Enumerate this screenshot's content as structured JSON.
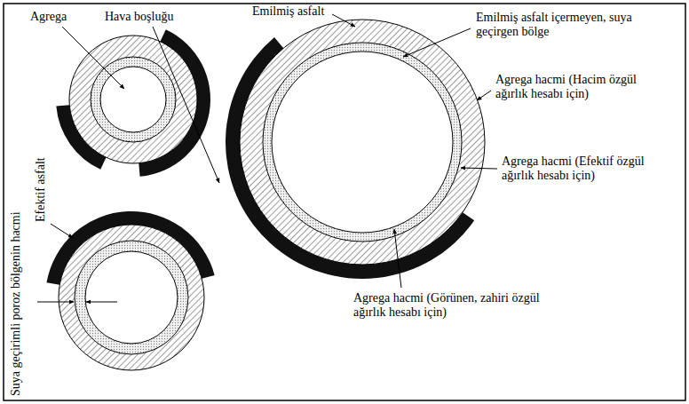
{
  "diagram": {
    "labels": [
      "Agrega",
      "Hava boşluğu",
      "Emilmiş asfalt",
      "Emilmiş asfalt içermeyen, suya geçirgen bölge",
      "Agrega hacmi (Hacim özgül ağırlık hesabı için)",
      "Agrega hacmi (Efektif özgül ağırlık hesabı için)",
      "Efektif asfalt",
      "Agrega hacmi (Görünen, zahiri özgül ağırlık hesabı için)",
      "Suya geçirimli poroz bölgenin hacmi"
    ]
  }
}
